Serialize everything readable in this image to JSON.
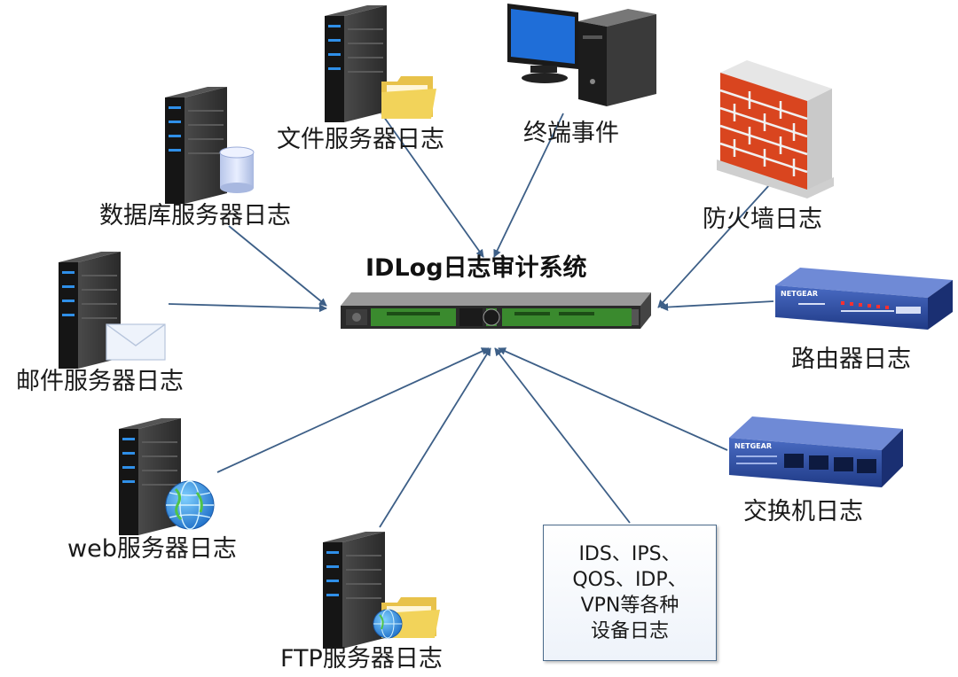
{
  "title": "IDLog日志审计系统",
  "sources": {
    "file_server": "文件服务器日志",
    "terminal": "终端事件",
    "database_server": "数据库服务器日志",
    "firewall": "防火墙日志",
    "mail_server": "邮件服务器日志",
    "router": "路由器日志",
    "web_server": "web服务器日志",
    "switch": "交换机日志",
    "ftp_server": "FTP服务器日志"
  },
  "device_box_lines": [
    "IDS、IPS、",
    "QOS、IDP、",
    "VPN等各种",
    "设备日志"
  ],
  "brand": "NETGEAR",
  "colors": {
    "arrow": "#3d5f87",
    "server_dark": "#2e2e2e",
    "server_led": "#2f8fe8",
    "firewall_brick": "#d9451f",
    "network_blue": "#2c4fa6",
    "appliance_green": "#3a8a2e"
  },
  "icons": [
    "server-icon",
    "folder-icon",
    "database-icon",
    "envelope-icon",
    "globe-icon",
    "desktop-computer-icon",
    "firewall-icon",
    "router-icon",
    "switch-icon",
    "rack-appliance-icon"
  ]
}
